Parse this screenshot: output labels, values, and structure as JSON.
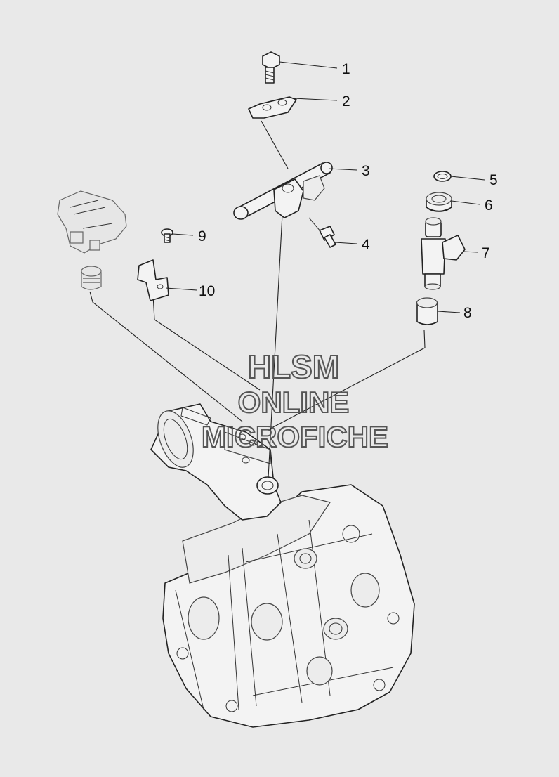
{
  "callouts": {
    "c1": "1",
    "c2": "2",
    "c3": "3",
    "c4": "4",
    "c5": "5",
    "c6": "6",
    "c7": "7",
    "c8": "8",
    "c9": "9",
    "c10": "10"
  },
  "watermark": {
    "line1": "HLSM",
    "line2": "ONLINE",
    "line3": "MICROFICHE"
  }
}
